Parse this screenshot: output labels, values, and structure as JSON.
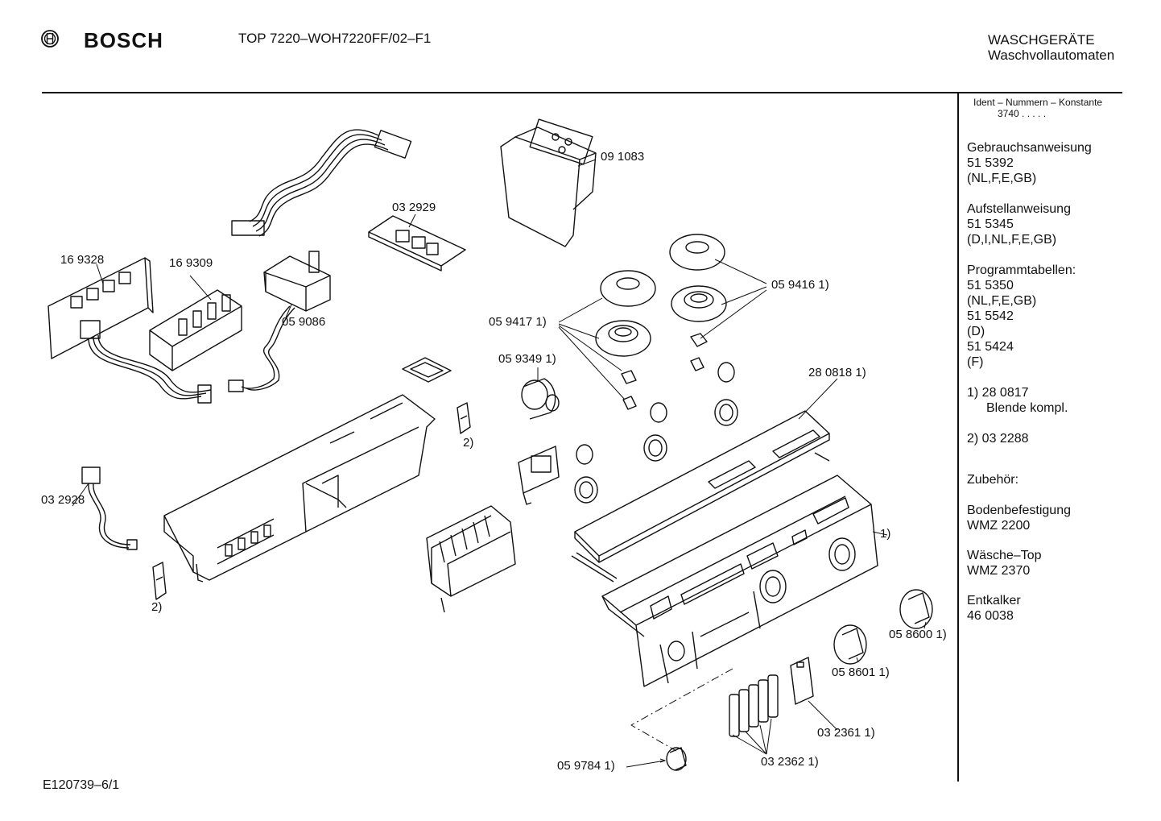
{
  "header": {
    "brand": "BOSCH",
    "model": "TOP 7220–WOH7220FF/02–F1",
    "category_line1": "WASCHGERÄTE",
    "category_line2": "Waschvollautomaten"
  },
  "sidebar": {
    "ident_label": "Ident – Nummern – Konstante",
    "ident_value": "3740  .  .  .  .  .",
    "blocks": [
      {
        "lines": [
          "Gebrauchsanweisung",
          "51 5392",
          "(NL,F,E,GB)"
        ]
      },
      {
        "lines": [
          "Aufstellanweisung",
          "51 5345",
          "(D,I,NL,F,E,GB)"
        ]
      },
      {
        "lines": [
          "Programmtabellen:",
          "51 5350",
          "(NL,F,E,GB)",
          "51 5542",
          "(D)",
          "51 5424",
          "(F)"
        ]
      }
    ],
    "note1_num": "1)  28 0817",
    "note1_text": "Blende kompl.",
    "note2": "2)  03 2288",
    "accessories_label": "Zubehör:",
    "accessories": [
      {
        "name": "Bodenbefestigung",
        "code": "WMZ 2200"
      },
      {
        "name": "Wäsche–Top",
        "code": "WMZ 2370"
      },
      {
        "name": "Entkalker",
        "code": "46 0038"
      }
    ]
  },
  "parts": {
    "p169328": "16 9328",
    "p169309": "16 9309",
    "p032929": "03 2929",
    "p091083": "09 1083",
    "p059086": "05 9086",
    "p059416": "05 9416 1)",
    "p059417": "05 9417 1)",
    "p059349": "05 9349 1)",
    "p280818": "28 0818 1)",
    "p032928": "03 2928",
    "note2a": "2)",
    "note2b": "2)",
    "note1_panel": "1)",
    "p058600": "05 8600 1)",
    "p058601": "05 8601 1)",
    "p032361": "03 2361 1)",
    "p032362": "03 2362 1)",
    "p059784": "05 9784 1)"
  },
  "footer": {
    "code": "E120739–6/1"
  }
}
